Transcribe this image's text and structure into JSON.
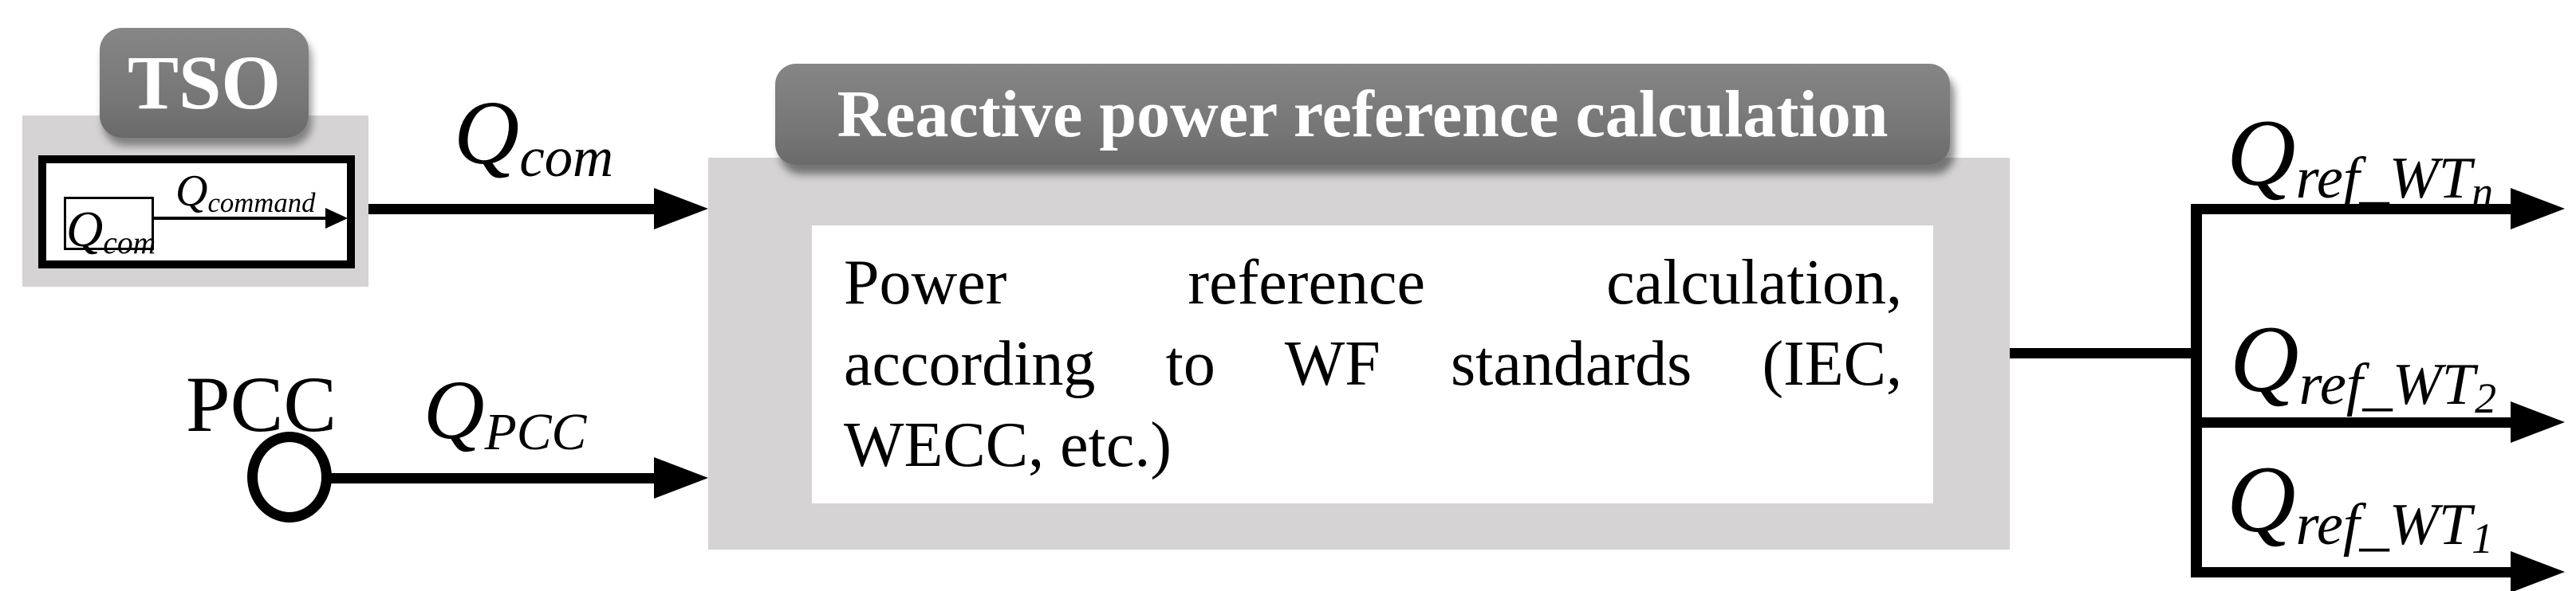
{
  "tso": {
    "badge_label": "TSO",
    "source_signal": {
      "base": "Q",
      "sub": "com"
    },
    "command_signal": {
      "base": "Q",
      "sub": "command"
    }
  },
  "inputs": {
    "qcom_label": {
      "base": "Q",
      "sub": "com"
    },
    "pcc_node_label": "PCC",
    "qpcc_label": {
      "base": "Q",
      "sub": "PCC"
    }
  },
  "block": {
    "header": "Reactive power reference calculation",
    "body": {
      "line1": "Power reference calculation,",
      "line2": "according to WF standards (IEC,",
      "line3": "WECC, etc.)"
    }
  },
  "outputs": [
    {
      "base": "Q",
      "sub": "ref_WT",
      "index": "n"
    },
    {
      "base": "Q",
      "sub": "ref_WT",
      "index": "2"
    },
    {
      "base": "Q",
      "sub": "ref_WT",
      "index": "1"
    }
  ],
  "colors": {
    "dark_gray": "#7a7a7a",
    "light_gray": "#d5d3d3",
    "line_black": "#000000",
    "background": "#ffffff"
  }
}
